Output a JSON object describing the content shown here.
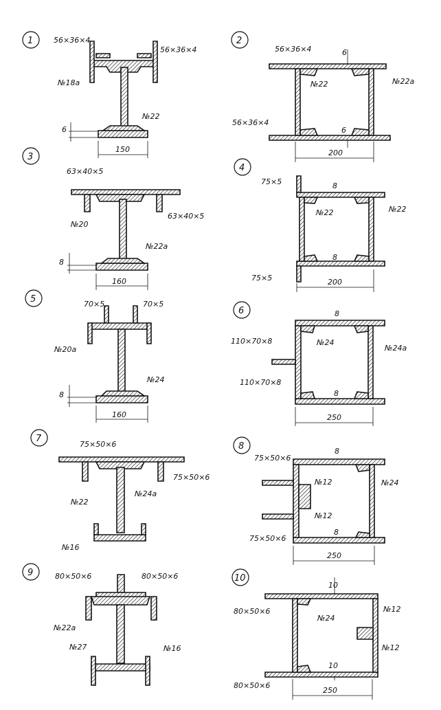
{
  "figures": [
    {
      "n": "1",
      "labels": [
        "56×36×4",
        "56×36×4",
        "№18а",
        "№22"
      ],
      "thk": "6",
      "width": "150"
    },
    {
      "n": "2",
      "labels": [
        "56×36×4",
        "№22",
        "№22а",
        "56×36×4"
      ],
      "thk": [
        "6",
        "6"
      ],
      "width": "200"
    },
    {
      "n": "3",
      "labels": [
        "63×40×5",
        "№20",
        "63×40×5",
        "№22а"
      ],
      "thk": "8",
      "width": "160"
    },
    {
      "n": "4",
      "labels": [
        "75×5",
        "№22",
        "№22",
        "75×5"
      ],
      "thk": [
        "8",
        "8"
      ],
      "width": "200"
    },
    {
      "n": "5",
      "labels": [
        "70×5",
        "70×5",
        "№20а",
        "№24"
      ],
      "thk": "8",
      "width": "160"
    },
    {
      "n": "6",
      "labels": [
        "110×70×8",
        "№24",
        "№24а",
        "110×70×8"
      ],
      "thk": [
        "8",
        "8"
      ],
      "width": "250"
    },
    {
      "n": "7",
      "labels": [
        "75×50×6",
        "№22",
        "№24а",
        "75×50×6",
        "№16"
      ],
      "width": ""
    },
    {
      "n": "8",
      "labels": [
        "75×50×6",
        "№12",
        "№24",
        "№12",
        "75×50×6"
      ],
      "thk": [
        "8",
        "8"
      ],
      "width": "250"
    },
    {
      "n": "9",
      "labels": [
        "80×50×6",
        "80×50×6",
        "№22а",
        "№27",
        "№16"
      ],
      "width": ""
    },
    {
      "n": "10",
      "labels": [
        "80×50×6",
        "№24",
        "№12",
        "№12",
        "80×50×6"
      ],
      "thk": [
        "10",
        "10"
      ],
      "width": "250"
    }
  ]
}
